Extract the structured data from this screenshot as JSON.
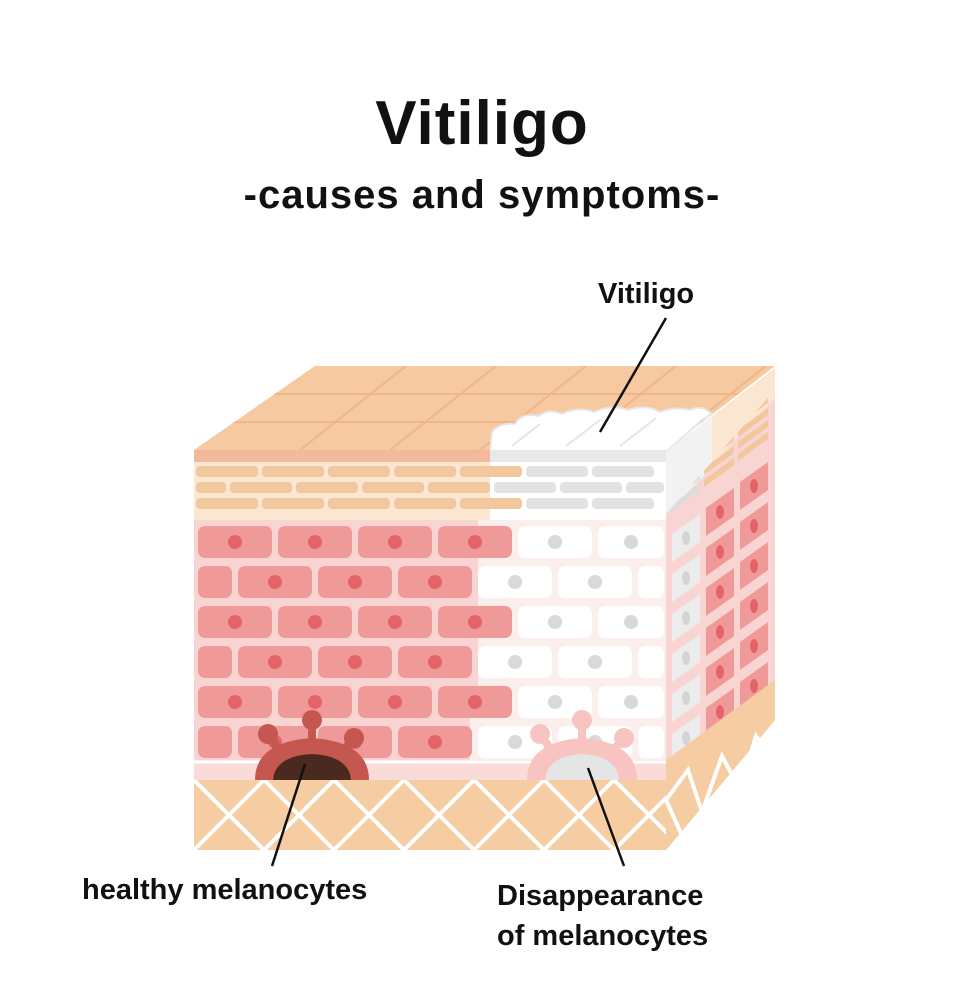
{
  "title": "Vitiligo",
  "subtitle": "-causes and symptoms-",
  "labels": {
    "vitiligo": "Vitiligo",
    "healthy": "healthy melanocytes",
    "disappear_line1": "Disappearance",
    "disappear_line2": "of melanocytes"
  },
  "colors": {
    "surface": "#f6c9a0",
    "epidermis_tan": "#f0d0a8",
    "cell_pink": "#ef9a98",
    "nucleus": "#e36367",
    "bg_pink": "#f8d4d2",
    "melanocyte_healthy": "#c4574f",
    "melanin": "#4a2a1e",
    "patch_white": "#ffffff",
    "patch_grey": "#e2e2e2",
    "dermis": "#f6cda2"
  }
}
